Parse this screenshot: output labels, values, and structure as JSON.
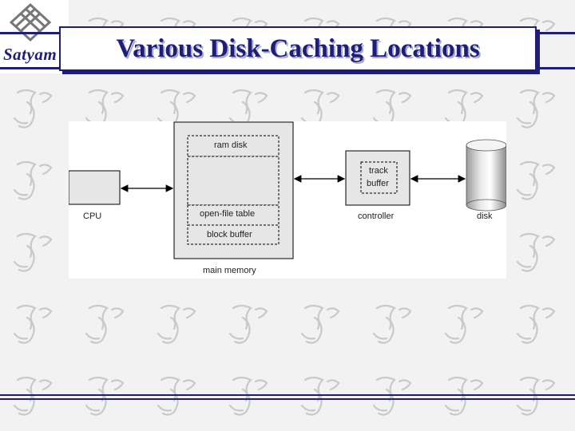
{
  "slide": {
    "title": "Various Disk-Caching Locations",
    "logo_text": "Satyam"
  },
  "diagram": {
    "cpu_label": "CPU",
    "main_memory_label": "main memory",
    "ram_disk_label": "ram disk",
    "open_file_table_label": "open-file table",
    "block_buffer_label": "block buffer",
    "track_buffer_label_line1": "track",
    "track_buffer_label_line2": "buffer",
    "controller_label": "controller",
    "disk_label": "disk"
  },
  "colors": {
    "brand_navy": "#1e1e78",
    "box_fill": "#e6e6e6",
    "background": "#f2f2f2"
  }
}
